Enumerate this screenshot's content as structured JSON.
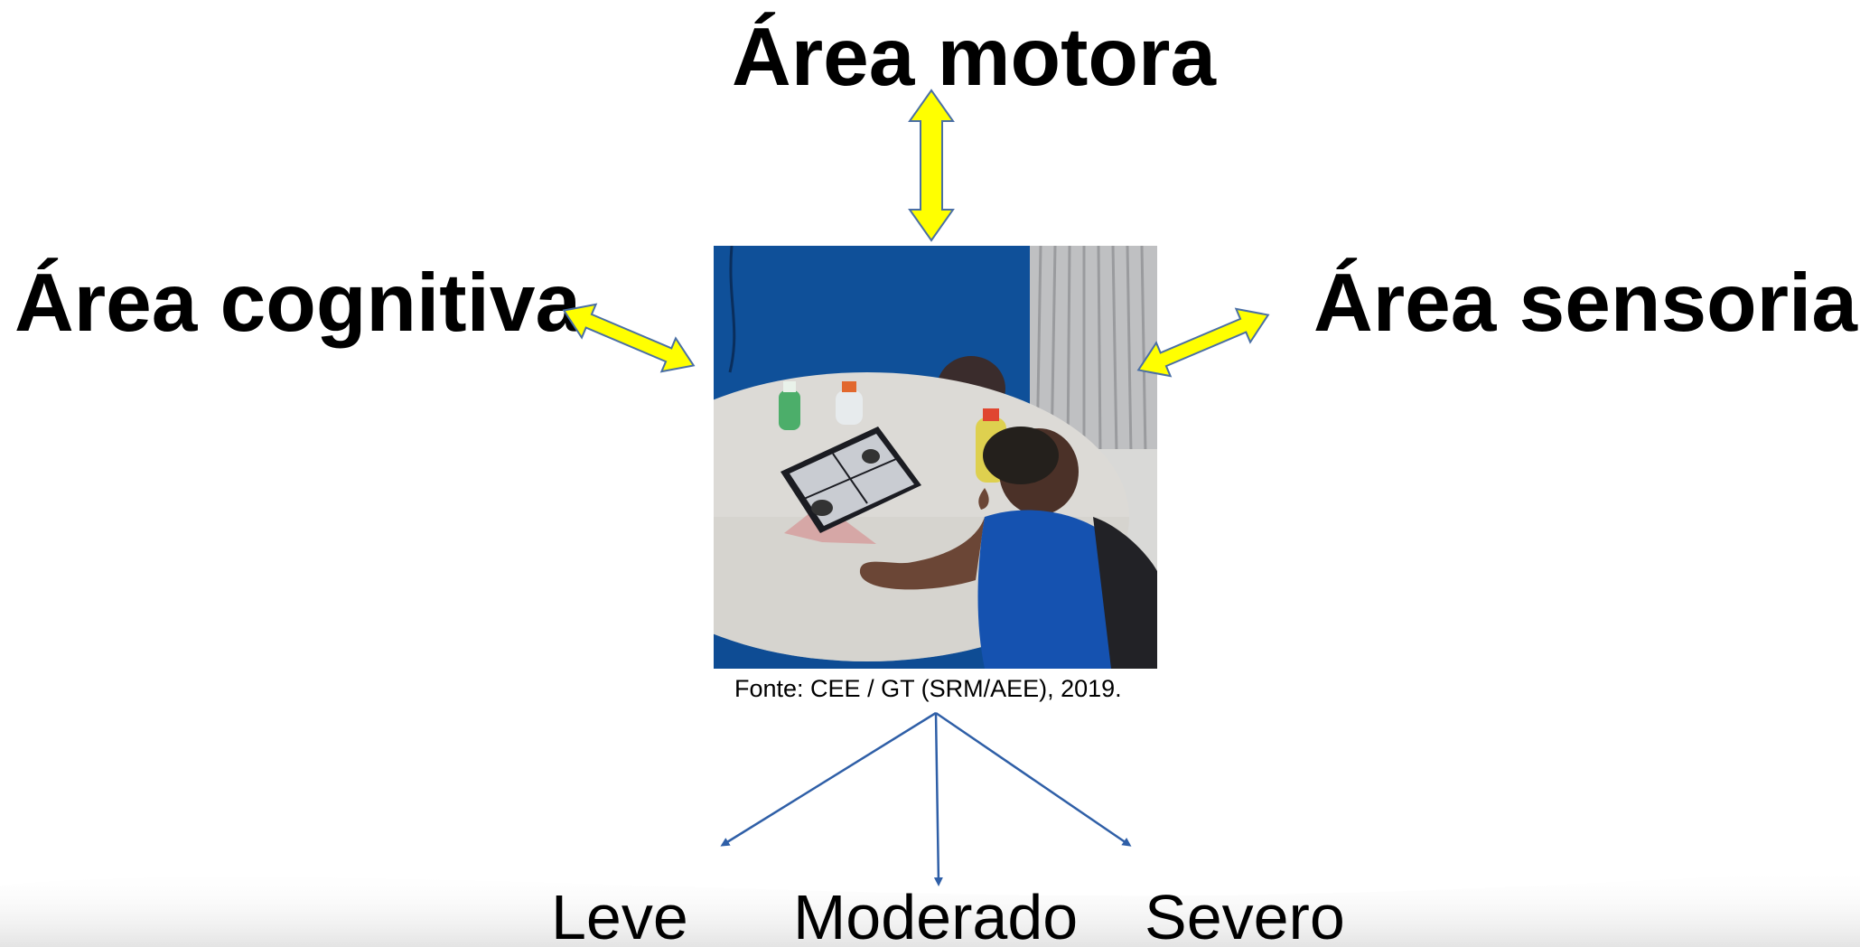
{
  "areas": {
    "motora": "Área motora",
    "cognitiva": "Área cognitiva",
    "sensorial": "Área sensorial"
  },
  "photo": {
    "caption": "Fonte: CEE / GT (SRM/AEE), 2019."
  },
  "levels": {
    "leve": "Leve",
    "moderado": "Moderado",
    "severo": "Severo"
  },
  "colors": {
    "arrow_fill": "#ffff00",
    "arrow_stroke": "#4a6fa5",
    "connector": "#2f5fa7"
  }
}
